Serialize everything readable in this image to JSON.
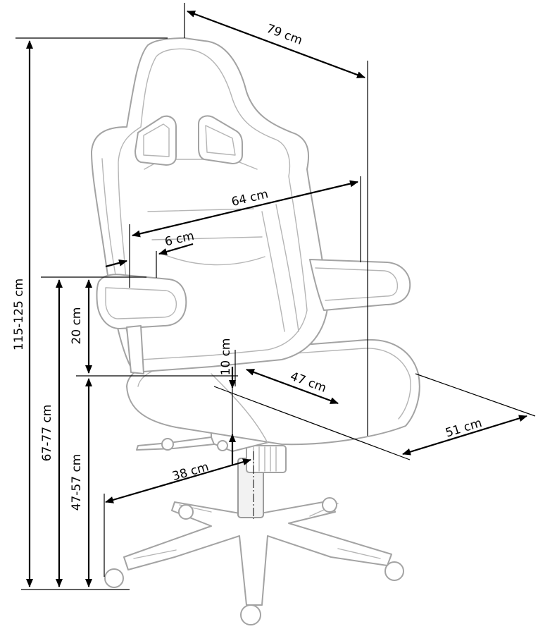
{
  "dimensions": [
    {
      "id": "height_total",
      "label": "115-125 cm"
    },
    {
      "id": "armrest_height",
      "label": "67-77 cm"
    },
    {
      "id": "seat_height",
      "label": "47-57 cm"
    },
    {
      "id": "armrest_above_seat",
      "label": "20 cm"
    },
    {
      "id": "armrest_adjust",
      "label": "10 cm"
    },
    {
      "id": "depth_total",
      "label": "79 cm"
    },
    {
      "id": "width_total",
      "label": "64 cm"
    },
    {
      "id": "armrest_width",
      "label": "6 cm"
    },
    {
      "id": "seat_width",
      "label": "47 cm"
    },
    {
      "id": "seat_depth",
      "label": "51 cm"
    },
    {
      "id": "base_radius",
      "label": "38 cm"
    }
  ],
  "colors": {
    "chair_outline": "#a3a3a3",
    "dimension_lines": "#000000"
  }
}
